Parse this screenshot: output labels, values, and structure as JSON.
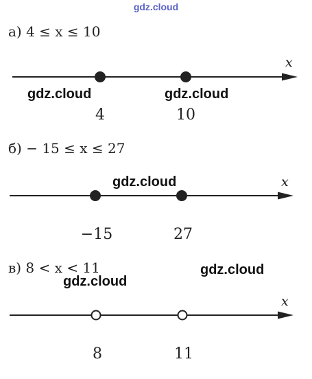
{
  "header": {
    "watermark": "gdz.cloud"
  },
  "problems": [
    {
      "label": "а) 4 ≤ x ≤ 10",
      "axis_name": "x",
      "points": [
        {
          "value": "4",
          "filled": true
        },
        {
          "value": "10",
          "filled": true
        }
      ],
      "watermarks": [
        "gdz.cloud",
        "gdz.cloud"
      ]
    },
    {
      "label": "б) − 15 ≤ x ≤ 27",
      "axis_name": "x",
      "points": [
        {
          "value": "−15",
          "filled": true
        },
        {
          "value": "27",
          "filled": true
        }
      ],
      "watermarks": [
        "gdz.cloud"
      ]
    },
    {
      "label": "в) 8 < x < 11",
      "axis_name": "x",
      "points": [
        {
          "value": "8",
          "filled": false
        },
        {
          "value": "11",
          "filled": false
        }
      ],
      "watermarks": [
        "gdz.cloud",
        "gdz.cloud"
      ]
    }
  ],
  "colors": {
    "line": "#222222",
    "watermark_header": "#5a63c8",
    "watermark_body": "#111111"
  }
}
